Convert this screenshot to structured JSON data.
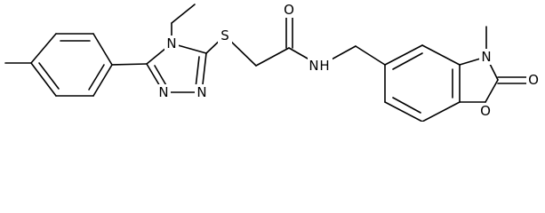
{
  "molecule": {
    "atom_labels": {
      "triazole_n4": "N",
      "triazole_n1": "N",
      "triazole_n2": "N",
      "thioether_s": "S",
      "amide_o": "O",
      "amide_nh": "N",
      "amide_h": "H",
      "oxazolone_n": "N",
      "oxazolone_carbonyl_o": "O",
      "oxazolone_ring_o": "O"
    }
  }
}
